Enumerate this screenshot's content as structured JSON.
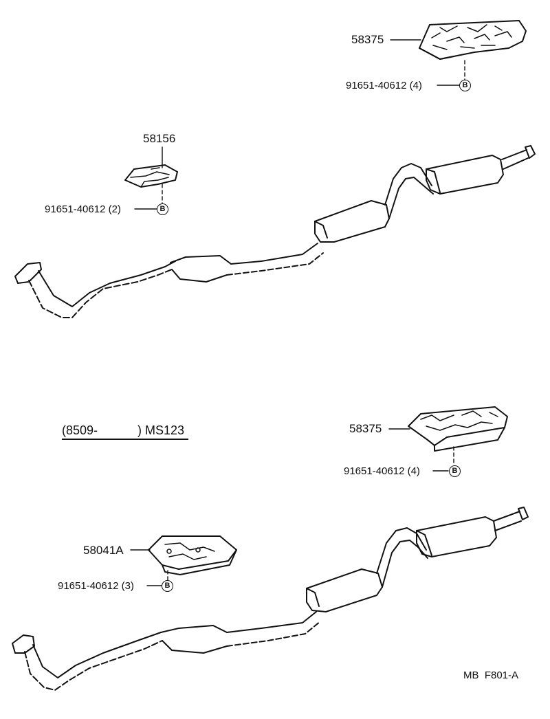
{
  "upper_assembly": {
    "part_heat_insulator_rear": "58375",
    "bolt_rear": "91651-40612 (4)",
    "part_heat_insulator_front": "58156",
    "bolt_front": "91651-40612 (2)",
    "badge_letter": "B"
  },
  "variant_label": {
    "date_code": "(8509-",
    "model_code": ") MS123"
  },
  "lower_assembly": {
    "part_heat_insulator_rear": "58375",
    "bolt_rear": "91651-40612 (4)",
    "part_heat_insulator_center": "58041A",
    "bolt_center": "91651-40612 (3)",
    "badge_letter": "B"
  },
  "footer": {
    "figure_code": "MB  F801-A"
  }
}
